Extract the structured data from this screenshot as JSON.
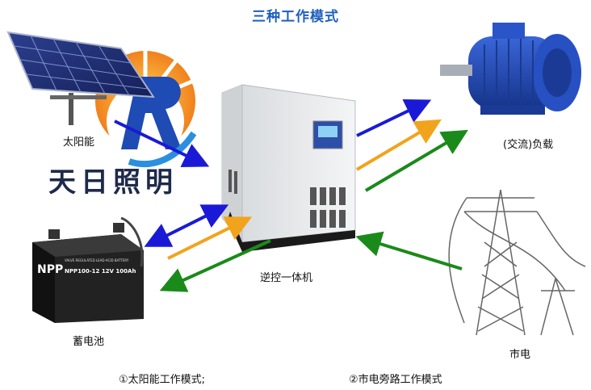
{
  "title": "三种工作模式",
  "labels": {
    "solar": "太阳能",
    "load": "(交流)负载",
    "inverter": "逆控一体机",
    "battery": "蓄电池",
    "grid": "市电",
    "mode1": "①太阳能工作模式;",
    "mode2": "②市电旁路工作模式"
  },
  "logo": {
    "text": "天日照明",
    "letter": "R"
  },
  "battery": {
    "brand": "NPP",
    "model": "NPP100-12  12V 100Ah",
    "small_text": "VALVE REGULATED LEAD-ACID BATTERY"
  },
  "colors": {
    "title": "#1f5fbf",
    "arrow_blue": "#1a1ad6",
    "arrow_orange": "#f2a31c",
    "arrow_green": "#1a8a1a"
  }
}
